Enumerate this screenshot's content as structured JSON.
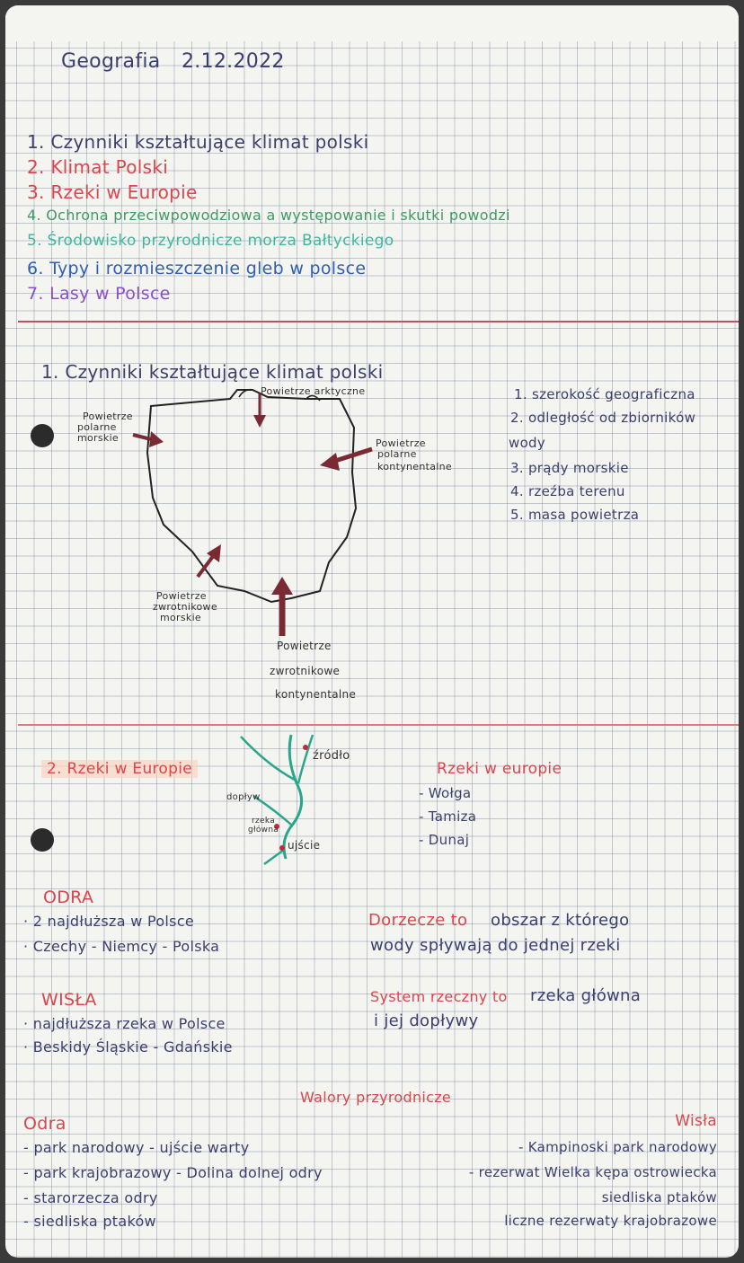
{
  "header": {
    "subject": "Geografia",
    "date": "2.12.2022"
  },
  "toc": [
    "1. Czynniki kształtujące klimat polski",
    "2. Klimat Polski",
    "3. Rzeki w Europie",
    "4. Ochrona przeciwpowodziowa a występowanie i skutki powodzi",
    "5. Środowisko przyrodnicze morza Bałtyckiego",
    "6. Typy i rozmieszczenie gleb w polsce",
    "7. Lasy w Polsce"
  ],
  "section1": {
    "title": "1. Czynniki kształtujące klimat polski",
    "air_arctic": "Powietrze arktyczne",
    "air_polar_marine": [
      "Powietrze",
      "polarne",
      "morskie"
    ],
    "air_polar_continental": [
      "Powietrze",
      "polarne",
      "kontynentalne"
    ],
    "air_tropical_marine": [
      "Powietrze",
      "zwrotnikowe",
      "morskie"
    ],
    "air_tropical_continental": [
      "Powietrze",
      "zwrotnikowe",
      "kontynentalne"
    ],
    "factors": [
      "1. szerokość geograficzna",
      "2. odległość od zbiorników",
      "wody",
      "3. prądy morskie",
      "4. rzeźba terenu",
      "5. masa powietrza"
    ]
  },
  "section2": {
    "title": "2. Rzeki w Europie",
    "diagram_labels": {
      "source": "źródło",
      "tributary": "dopływ",
      "main_river": [
        "rzeka",
        "główna"
      ],
      "mouth": "ujście"
    },
    "rivers_header": "Rzeki w europie",
    "rivers": [
      "- Wołga",
      "- Tamiza",
      "- Dunaj"
    ],
    "odra": {
      "title": "ODRA",
      "lines": [
        "· 2 najdłuższa w Polsce",
        "· Czechy - Niemcy - Polska"
      ]
    },
    "wisla": {
      "title": "WISŁA",
      "lines": [
        "· najdłuższa rzeka w Polsce",
        "· Beskidy Śląskie - Gdańskie"
      ]
    },
    "dorzecze": {
      "term": "Dorzecze to",
      "line1": "obszar z którego",
      "line2": "wody spływają do jednej rzeki"
    },
    "system": {
      "term": "System rzeczny to",
      "line1": "rzeka główna",
      "line2": "i jej dopływy"
    },
    "walory_title": "Walory przyrodnicze",
    "odra_walory": {
      "title": "Odra",
      "items": [
        "- park narodowy - ujście warty",
        "- park krajobrazowy - Dolina dolnej odry",
        "- starorzecza odry",
        "- siedliska ptaków"
      ]
    },
    "wisla_walory": {
      "title": "Wisła",
      "items": [
        "- Kampinoski park narodowy",
        "- rezerwat Wielka kępa ostrowiecka",
        "siedliska ptaków",
        "liczne rezerwaty krajobrazowe"
      ]
    }
  }
}
